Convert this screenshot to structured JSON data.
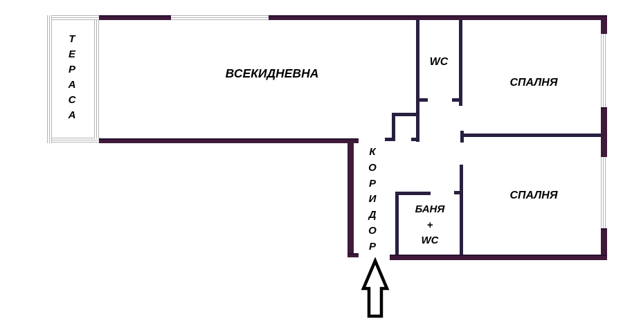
{
  "colors": {
    "wall_outer": "#401a3a",
    "wall_inner": "#292040",
    "window_line": "#b3b3b3",
    "label_text": "#000000",
    "arrow_outline": "#000000",
    "background": "#ffffff"
  },
  "rooms": {
    "terrace": {
      "label": "ТЕРАСА"
    },
    "living": {
      "label": "ВСЕКИДНЕВНА"
    },
    "wc": {
      "label": "WC"
    },
    "bedroom_top": {
      "label": "СПАЛНЯ"
    },
    "bedroom_bottom": {
      "label": "СПАЛНЯ"
    },
    "corridor": {
      "label": "КОРИДОР"
    },
    "bath": {
      "lines": [
        "БАНЯ",
        "+",
        "WC"
      ]
    }
  },
  "icons": {
    "entrance_arrow": "up-arrow"
  }
}
